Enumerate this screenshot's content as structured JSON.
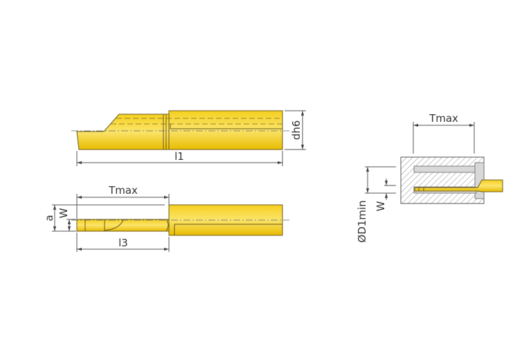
{
  "colors": {
    "tool": "#f2c800",
    "tool_light": "#f8e060",
    "hatch": "#888888",
    "channel": "#d8d8d8"
  },
  "top_view": {
    "dim_length": "l1",
    "dim_diameter": "dh6"
  },
  "side_view": {
    "dim_depth": "Tmax",
    "dim_l3": "l3",
    "dim_a": "a",
    "dim_w": "W"
  },
  "section_view": {
    "dim_depth": "Tmax",
    "dim_bore": "ØD1min",
    "dim_w": "W"
  }
}
